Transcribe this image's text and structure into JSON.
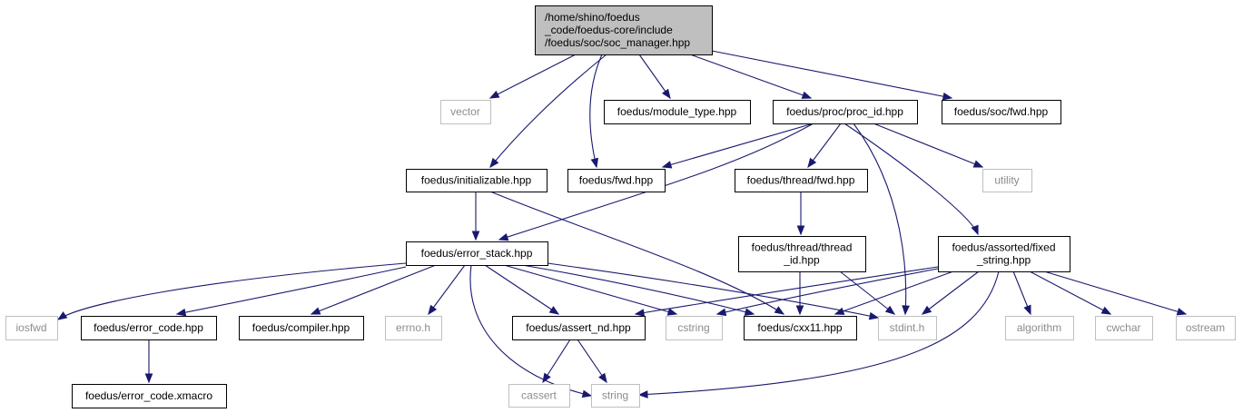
{
  "graph": {
    "nodes": [
      {
        "id": "root",
        "lines": [
          "/home/shino/foedus",
          "_code/foedus-core/include",
          "/foedus/soc/soc_manager.hpp"
        ],
        "style": "root"
      },
      {
        "id": "vector",
        "lines": [
          "vector"
        ],
        "style": "ext"
      },
      {
        "id": "initializable",
        "lines": [
          "foedus/initializable.hpp"
        ],
        "style": "doc"
      },
      {
        "id": "fwd",
        "lines": [
          "foedus/fwd.hpp"
        ],
        "style": "doc"
      },
      {
        "id": "module_type",
        "lines": [
          "foedus/module_type.hpp"
        ],
        "style": "doc"
      },
      {
        "id": "proc_id",
        "lines": [
          "foedus/proc/proc_id.hpp"
        ],
        "style": "doc"
      },
      {
        "id": "soc_fwd",
        "lines": [
          "foedus/soc/fwd.hpp"
        ],
        "style": "doc"
      },
      {
        "id": "thread_fwd",
        "lines": [
          "foedus/thread/fwd.hpp"
        ],
        "style": "doc"
      },
      {
        "id": "utility",
        "lines": [
          "utility"
        ],
        "style": "ext"
      },
      {
        "id": "error_stack",
        "lines": [
          "foedus/error_stack.hpp"
        ],
        "style": "doc"
      },
      {
        "id": "thread_id",
        "lines": [
          "foedus/thread/thread",
          "_id.hpp"
        ],
        "style": "doc"
      },
      {
        "id": "fixed_string",
        "lines": [
          "foedus/assorted/fixed",
          "_string.hpp"
        ],
        "style": "doc"
      },
      {
        "id": "iosfwd",
        "lines": [
          "iosfwd"
        ],
        "style": "ext"
      },
      {
        "id": "error_code",
        "lines": [
          "foedus/error_code.hpp"
        ],
        "style": "doc"
      },
      {
        "id": "compiler",
        "lines": [
          "foedus/compiler.hpp"
        ],
        "style": "doc"
      },
      {
        "id": "errno",
        "lines": [
          "errno.h"
        ],
        "style": "ext"
      },
      {
        "id": "assert_nd",
        "lines": [
          "foedus/assert_nd.hpp"
        ],
        "style": "doc"
      },
      {
        "id": "cstring",
        "lines": [
          "cstring"
        ],
        "style": "ext"
      },
      {
        "id": "cxx11",
        "lines": [
          "foedus/cxx11.hpp"
        ],
        "style": "doc"
      },
      {
        "id": "stdint",
        "lines": [
          "stdint.h"
        ],
        "style": "ext"
      },
      {
        "id": "algorithm",
        "lines": [
          "algorithm"
        ],
        "style": "ext"
      },
      {
        "id": "cwchar",
        "lines": [
          "cwchar"
        ],
        "style": "ext"
      },
      {
        "id": "ostream",
        "lines": [
          "ostream"
        ],
        "style": "ext"
      },
      {
        "id": "error_code_xmacro",
        "lines": [
          "foedus/error_code.xmacro"
        ],
        "style": "doc"
      },
      {
        "id": "cassert",
        "lines": [
          "cassert"
        ],
        "style": "ext"
      },
      {
        "id": "string",
        "lines": [
          "string"
        ],
        "style": "ext"
      }
    ],
    "edges": [
      {
        "from": "root",
        "to": "vector"
      },
      {
        "from": "root",
        "to": "initializable"
      },
      {
        "from": "root",
        "to": "fwd"
      },
      {
        "from": "root",
        "to": "module_type"
      },
      {
        "from": "root",
        "to": "proc_id"
      },
      {
        "from": "root",
        "to": "soc_fwd"
      },
      {
        "from": "proc_id",
        "to": "fwd"
      },
      {
        "from": "proc_id",
        "to": "error_stack"
      },
      {
        "from": "proc_id",
        "to": "thread_fwd"
      },
      {
        "from": "proc_id",
        "to": "utility"
      },
      {
        "from": "proc_id",
        "to": "fixed_string"
      },
      {
        "from": "proc_id",
        "to": "stdint"
      },
      {
        "from": "initializable",
        "to": "error_stack"
      },
      {
        "from": "initializable",
        "to": "cxx11"
      },
      {
        "from": "thread_fwd",
        "to": "thread_id"
      },
      {
        "from": "thread_id",
        "to": "cxx11"
      },
      {
        "from": "thread_id",
        "to": "stdint"
      },
      {
        "from": "error_stack",
        "to": "iosfwd"
      },
      {
        "from": "error_stack",
        "to": "error_code"
      },
      {
        "from": "error_stack",
        "to": "compiler"
      },
      {
        "from": "error_stack",
        "to": "errno"
      },
      {
        "from": "error_stack",
        "to": "assert_nd"
      },
      {
        "from": "error_stack",
        "to": "cstring"
      },
      {
        "from": "error_stack",
        "to": "cxx11"
      },
      {
        "from": "error_stack",
        "to": "stdint"
      },
      {
        "from": "error_stack",
        "to": "string"
      },
      {
        "from": "error_code",
        "to": "error_code_xmacro"
      },
      {
        "from": "assert_nd",
        "to": "cassert"
      },
      {
        "from": "assert_nd",
        "to": "string"
      },
      {
        "from": "fixed_string",
        "to": "assert_nd"
      },
      {
        "from": "fixed_string",
        "to": "cstring"
      },
      {
        "from": "fixed_string",
        "to": "cxx11"
      },
      {
        "from": "fixed_string",
        "to": "stdint"
      },
      {
        "from": "fixed_string",
        "to": "algorithm"
      },
      {
        "from": "fixed_string",
        "to": "cwchar"
      },
      {
        "from": "fixed_string",
        "to": "ostream"
      },
      {
        "from": "fixed_string",
        "to": "string"
      }
    ]
  }
}
